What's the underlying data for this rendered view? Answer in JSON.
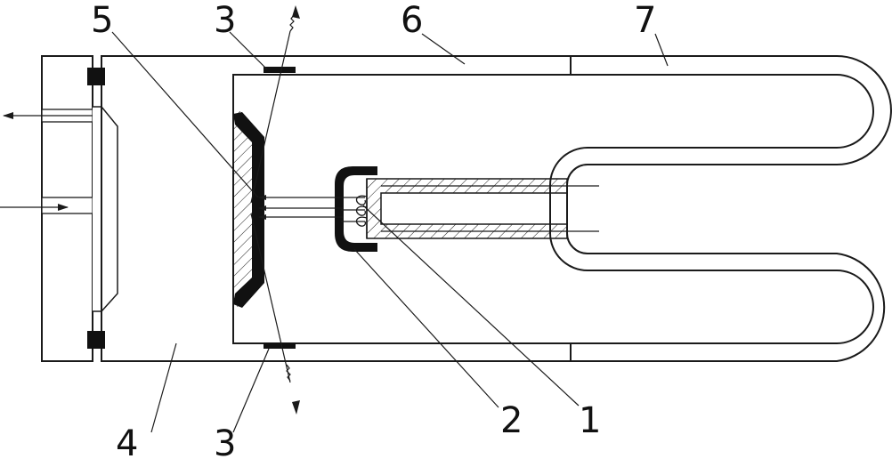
{
  "labels": {
    "one": "1",
    "two": "2",
    "three_top": "3",
    "three_bottom": "3",
    "four": "4",
    "five": "5",
    "six": "6",
    "seven": "7"
  },
  "colors": {
    "line": "#1a1a1a",
    "solid_part": "#111111",
    "background": "#ffffff"
  }
}
